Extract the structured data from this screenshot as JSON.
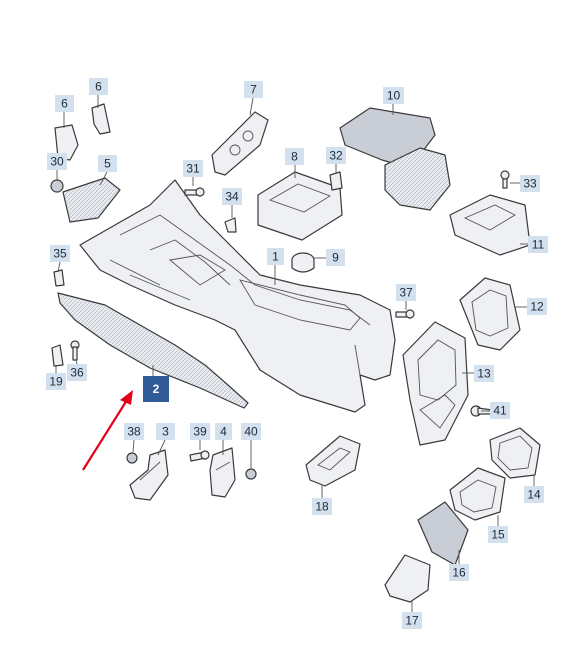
{
  "labels": [
    {
      "id": "1",
      "text": "1"
    },
    {
      "id": "2",
      "text": "2",
      "highlighted": true
    },
    {
      "id": "3",
      "text": "3"
    },
    {
      "id": "4",
      "text": "4"
    },
    {
      "id": "5",
      "text": "5"
    },
    {
      "id": "6a",
      "text": "6"
    },
    {
      "id": "6b",
      "text": "6"
    },
    {
      "id": "7",
      "text": "7"
    },
    {
      "id": "8",
      "text": "8"
    },
    {
      "id": "9",
      "text": "9"
    },
    {
      "id": "10",
      "text": "10"
    },
    {
      "id": "11",
      "text": "11"
    },
    {
      "id": "12",
      "text": "12"
    },
    {
      "id": "13",
      "text": "13"
    },
    {
      "id": "14",
      "text": "14"
    },
    {
      "id": "15",
      "text": "15"
    },
    {
      "id": "16",
      "text": "16"
    },
    {
      "id": "17",
      "text": "17"
    },
    {
      "id": "18",
      "text": "18"
    },
    {
      "id": "19",
      "text": "19"
    },
    {
      "id": "30",
      "text": "30"
    },
    {
      "id": "31",
      "text": "31"
    },
    {
      "id": "32",
      "text": "32"
    },
    {
      "id": "33",
      "text": "33"
    },
    {
      "id": "34",
      "text": "34"
    },
    {
      "id": "35",
      "text": "35"
    },
    {
      "id": "36",
      "text": "36"
    },
    {
      "id": "37",
      "text": "37"
    },
    {
      "id": "38",
      "text": "38"
    },
    {
      "id": "39",
      "text": "39"
    },
    {
      "id": "40",
      "text": "40"
    },
    {
      "id": "41",
      "text": "41"
    }
  ],
  "colors": {
    "label_bg": "#d3e0ee",
    "label_highlight_bg": "#2f5b96",
    "arrow": "#e3001b",
    "line": "#3a3a3a"
  }
}
